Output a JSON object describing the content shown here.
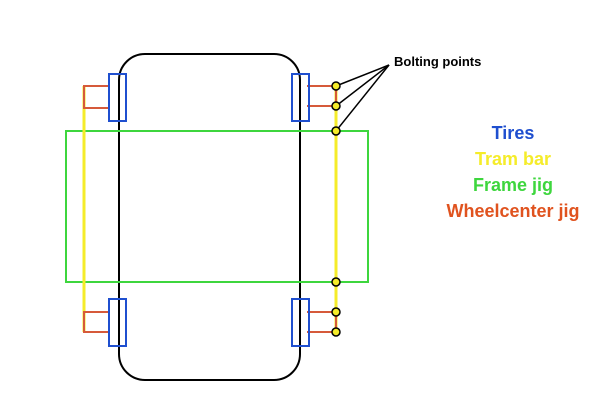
{
  "callout": {
    "label": "Bolting points"
  },
  "legend": {
    "items": [
      {
        "label": "Tires",
        "color": "#1f4fcf"
      },
      {
        "label": "Tram bar",
        "color": "#f5ec2a"
      },
      {
        "label": "Frame jig",
        "color": "#3ed63e"
      },
      {
        "label": "Wheelcenter jig",
        "color": "#e0531f"
      }
    ]
  },
  "colors": {
    "body_outline": "#000000",
    "tire": "#1f4fcf",
    "tram_bar": "#f5ec2a",
    "frame_jig": "#3ed63e",
    "wheelcenter_jig": "#d65a3a",
    "bolting_point_fill": "#f5ec2a",
    "bolting_point_stroke": "#000000"
  }
}
